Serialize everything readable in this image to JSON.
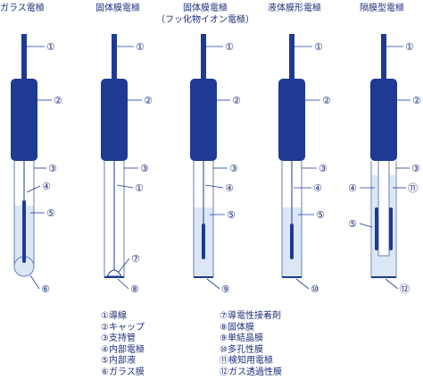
{
  "electrodes": [
    {
      "title": "ガラス電極",
      "subtitle": "",
      "callouts": [
        "①",
        "②",
        "③",
        "④",
        "⑤",
        "⑥"
      ]
    },
    {
      "title": "固体膜電極",
      "subtitle": "",
      "callouts": [
        "①",
        "②",
        "③",
        "①",
        "⑦",
        "⑧"
      ]
    },
    {
      "title": "固体膜電極",
      "subtitle": "（フッ化物イオン電極）",
      "callouts": [
        "①",
        "②",
        "③",
        "④",
        "⑤",
        "⑨"
      ]
    },
    {
      "title": "液体膜形電極",
      "subtitle": "",
      "callouts": [
        "①",
        "②",
        "③",
        "④",
        "⑤",
        "⑩"
      ]
    },
    {
      "title": "隔膜型電極",
      "subtitle": "",
      "callouts": [
        "①",
        "②",
        "③",
        "④",
        "⑪",
        "⑤",
        "⑫"
      ]
    }
  ],
  "legend_left": [
    "①導線",
    "②キャップ",
    "③支持管",
    "④内部電極",
    "⑤内部液",
    "⑥ガラス膜"
  ],
  "legend_right": [
    "⑦導電性接着剤",
    "⑧固体膜",
    "⑨単結晶膜",
    "⑩多孔性膜",
    "⑪検知用電極",
    "⑫ガス透過性膜"
  ],
  "colors": {
    "cap": "#1f3a93",
    "wire": "#1f3a93",
    "text": "#1f2f7a",
    "liquid": "#dbe7f6",
    "tube": "#6b7fb8"
  }
}
